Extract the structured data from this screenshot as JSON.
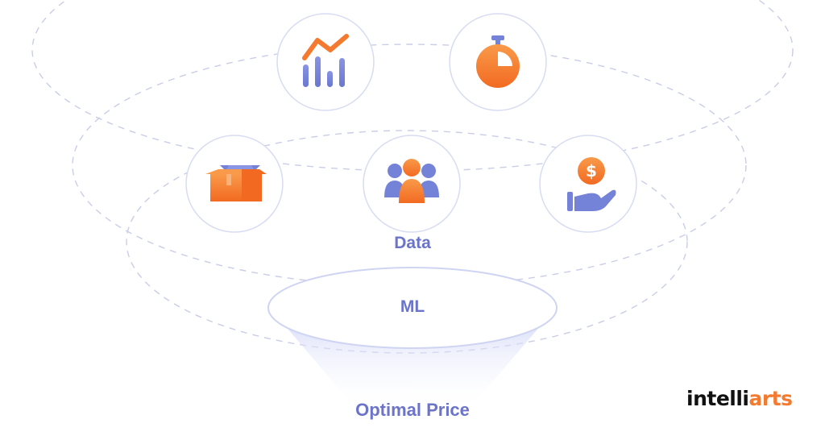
{
  "labels": {
    "data": "Data",
    "ml": "ML",
    "optimal_price": "Optimal Price"
  },
  "logo": {
    "text": "intelliarts"
  },
  "icons": [
    "chart-icon",
    "stopwatch-icon",
    "box-icon",
    "team-icon",
    "money-hand-icon"
  ],
  "colors": {
    "accent_orange": "#f47a30",
    "accent_blue": "#7482d8",
    "label_blue": "#6b74c9",
    "circle_border": "#d8dcf2",
    "dashed_line": "#c9cde6",
    "funnel_fill": "#c9cff5",
    "logo_dark": "#111111"
  }
}
